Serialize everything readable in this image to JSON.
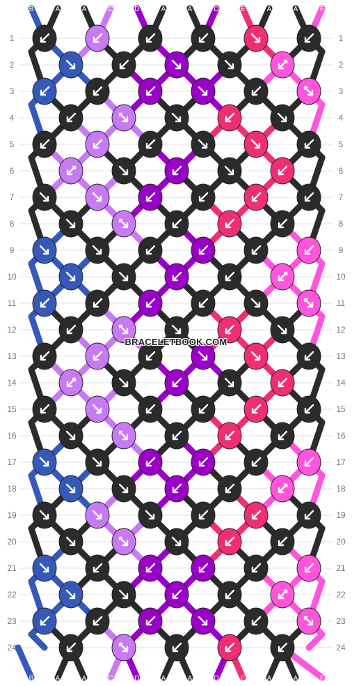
{
  "site_watermark": "BRACELETBOOK.COM",
  "strand_letters": [
    "B",
    "A",
    "A",
    "C",
    "D",
    "A",
    "A",
    "D",
    "E",
    "A",
    "A",
    "F"
  ],
  "colors": {
    "A": "#2b2b2b",
    "B": "#3459b9",
    "C": "#c87af2",
    "D": "#9a00c8",
    "E": "#ee2f73",
    "F": "#ff55dd"
  },
  "row_numbers": [
    "1",
    "2",
    "3",
    "4",
    "5",
    "6",
    "7",
    "8",
    "9",
    "10",
    "11",
    "12",
    "13",
    "14",
    "15",
    "16",
    "17",
    "18",
    "19",
    "20",
    "21",
    "22",
    "23",
    "24"
  ],
  "knot_rows": [
    [
      {
        "color": "A",
        "direction": "down-left"
      },
      {
        "color": "C",
        "direction": "down-left"
      },
      {
        "color": "A",
        "direction": "down-left"
      },
      {
        "color": "A",
        "direction": "down-left"
      },
      {
        "color": "E",
        "direction": "down-right"
      },
      {
        "color": "A",
        "direction": "down-left"
      }
    ],
    [
      {
        "color": "B",
        "direction": "down-right"
      },
      {
        "color": "A",
        "direction": "down-left"
      },
      {
        "color": "D",
        "direction": "down-right"
      },
      {
        "color": "A",
        "direction": "down-right"
      },
      {
        "color": "F",
        "direction": "reverse-left"
      }
    ],
    [
      {
        "color": "B",
        "direction": "down-left"
      },
      {
        "color": "A",
        "direction": "down-left"
      },
      {
        "color": "D",
        "direction": "down-left"
      },
      {
        "color": "D",
        "direction": "down-right"
      },
      {
        "color": "A",
        "direction": "down-left"
      },
      {
        "color": "F",
        "direction": "reverse-right"
      }
    ],
    [
      {
        "color": "A",
        "direction": "down-left"
      },
      {
        "color": "C",
        "direction": "reverse-right"
      },
      {
        "color": "A",
        "direction": "down-right"
      },
      {
        "color": "E",
        "direction": "down-left"
      },
      {
        "color": "A",
        "direction": "down-right"
      }
    ],
    [
      {
        "color": "A",
        "direction": "down-left"
      },
      {
        "color": "C",
        "direction": "down-left"
      },
      {
        "color": "A",
        "direction": "down-left"
      },
      {
        "color": "A",
        "direction": "down-right"
      },
      {
        "color": "E",
        "direction": "down-right"
      },
      {
        "color": "A",
        "direction": "down-left"
      }
    ],
    [
      {
        "color": "C",
        "direction": "reverse-left"
      },
      {
        "color": "A",
        "direction": "down-right"
      },
      {
        "color": "D",
        "direction": "down-left"
      },
      {
        "color": "A",
        "direction": "down-right"
      },
      {
        "color": "E",
        "direction": "down-left"
      }
    ],
    [
      {
        "color": "A",
        "direction": "down-right"
      },
      {
        "color": "C",
        "direction": "down-right"
      },
      {
        "color": "D",
        "direction": "down-left"
      },
      {
        "color": "A",
        "direction": "down-left"
      },
      {
        "color": "E",
        "direction": "down-left"
      },
      {
        "color": "A",
        "direction": "down-left"
      }
    ],
    [
      {
        "color": "A",
        "direction": "down-right"
      },
      {
        "color": "C",
        "direction": "reverse-right"
      },
      {
        "color": "A",
        "direction": "down-left"
      },
      {
        "color": "E",
        "direction": "down-left"
      },
      {
        "color": "A",
        "direction": "down-left"
      }
    ],
    [
      {
        "color": "B",
        "direction": "down-right"
      },
      {
        "color": "A",
        "direction": "down-right"
      },
      {
        "color": "A",
        "direction": "down-left"
      },
      {
        "color": "D",
        "direction": "down-left"
      },
      {
        "color": "A",
        "direction": "down-left"
      },
      {
        "color": "F",
        "direction": "down-left"
      }
    ],
    [
      {
        "color": "B",
        "direction": "down-right"
      },
      {
        "color": "A",
        "direction": "down-right"
      },
      {
        "color": "D",
        "direction": "down-left"
      },
      {
        "color": "A",
        "direction": "down-left"
      },
      {
        "color": "F",
        "direction": "reverse-left"
      }
    ],
    [
      {
        "color": "B",
        "direction": "down-left"
      },
      {
        "color": "A",
        "direction": "down-left"
      },
      {
        "color": "D",
        "direction": "down-left"
      },
      {
        "color": "A",
        "direction": "down-left"
      },
      {
        "color": "A",
        "direction": "down-right"
      },
      {
        "color": "F",
        "direction": "reverse-right"
      }
    ],
    [
      {
        "color": "A",
        "direction": "down-left"
      },
      {
        "color": "C",
        "direction": "reverse-right"
      },
      {
        "color": "A",
        "direction": "down-right"
      },
      {
        "color": "E",
        "direction": "down-left"
      },
      {
        "color": "A",
        "direction": "down-right"
      }
    ],
    [
      {
        "color": "A",
        "direction": "down-left"
      },
      {
        "color": "C",
        "direction": "down-left"
      },
      {
        "color": "A",
        "direction": "down-left"
      },
      {
        "color": "D",
        "direction": "down-right"
      },
      {
        "color": "E",
        "direction": "down-right"
      },
      {
        "color": "A",
        "direction": "down-left"
      }
    ],
    [
      {
        "color": "C",
        "direction": "reverse-left"
      },
      {
        "color": "A",
        "direction": "down-right"
      },
      {
        "color": "D",
        "direction": "down-left"
      },
      {
        "color": "A",
        "direction": "down-right"
      },
      {
        "color": "E",
        "direction": "down-left"
      }
    ],
    [
      {
        "color": "A",
        "direction": "down-left"
      },
      {
        "color": "C",
        "direction": "down-right"
      },
      {
        "color": "A",
        "direction": "down-left"
      },
      {
        "color": "A",
        "direction": "down-left"
      },
      {
        "color": "E",
        "direction": "down-left"
      },
      {
        "color": "A",
        "direction": "down-left"
      }
    ],
    [
      {
        "color": "A",
        "direction": "down-right"
      },
      {
        "color": "C",
        "direction": "reverse-right"
      },
      {
        "color": "A",
        "direction": "down-left"
      },
      {
        "color": "E",
        "direction": "down-left"
      },
      {
        "color": "A",
        "direction": "down-left"
      }
    ],
    [
      {
        "color": "B",
        "direction": "down-right"
      },
      {
        "color": "A",
        "direction": "down-right"
      },
      {
        "color": "D",
        "direction": "down-left"
      },
      {
        "color": "D",
        "direction": "down-left"
      },
      {
        "color": "A",
        "direction": "down-left"
      },
      {
        "color": "F",
        "direction": "down-left"
      }
    ],
    [
      {
        "color": "B",
        "direction": "down-right"
      },
      {
        "color": "A",
        "direction": "down-right"
      },
      {
        "color": "D",
        "direction": "down-left"
      },
      {
        "color": "A",
        "direction": "down-left"
      },
      {
        "color": "F",
        "direction": "reverse-left"
      }
    ],
    [
      {
        "color": "A",
        "direction": "down-right"
      },
      {
        "color": "C",
        "direction": "down-right"
      },
      {
        "color": "A",
        "direction": "down-right"
      },
      {
        "color": "A",
        "direction": "down-left"
      },
      {
        "color": "E",
        "direction": "down-left"
      },
      {
        "color": "A",
        "direction": "down-left"
      }
    ],
    [
      {
        "color": "A",
        "direction": "down-right"
      },
      {
        "color": "C",
        "direction": "reverse-right"
      },
      {
        "color": "A",
        "direction": "down-right"
      },
      {
        "color": "E",
        "direction": "down-left"
      },
      {
        "color": "A",
        "direction": "down-left"
      }
    ],
    [
      {
        "color": "B",
        "direction": "down-right"
      },
      {
        "color": "A",
        "direction": "down-left"
      },
      {
        "color": "D",
        "direction": "down-left"
      },
      {
        "color": "D",
        "direction": "down-left"
      },
      {
        "color": "A",
        "direction": "down-left"
      },
      {
        "color": "F",
        "direction": "down-left"
      }
    ],
    [
      {
        "color": "B",
        "direction": "down-right"
      },
      {
        "color": "A",
        "direction": "down-right"
      },
      {
        "color": "D",
        "direction": "down-left"
      },
      {
        "color": "A",
        "direction": "down-left"
      },
      {
        "color": "F",
        "direction": "reverse-left"
      }
    ],
    [
      {
        "color": "B",
        "direction": "down-left"
      },
      {
        "color": "A",
        "direction": "down-left"
      },
      {
        "color": "D",
        "direction": "down-left"
      },
      {
        "color": "D",
        "direction": "down-right"
      },
      {
        "color": "A",
        "direction": "down-left"
      },
      {
        "color": "F",
        "direction": "reverse-right"
      }
    ],
    [
      {
        "color": "A",
        "direction": "down-left"
      },
      {
        "color": "C",
        "direction": "reverse-right"
      },
      {
        "color": "A",
        "direction": "down-left"
      },
      {
        "color": "E",
        "direction": "down-left"
      },
      {
        "color": "A",
        "direction": "down-left"
      }
    ]
  ]
}
